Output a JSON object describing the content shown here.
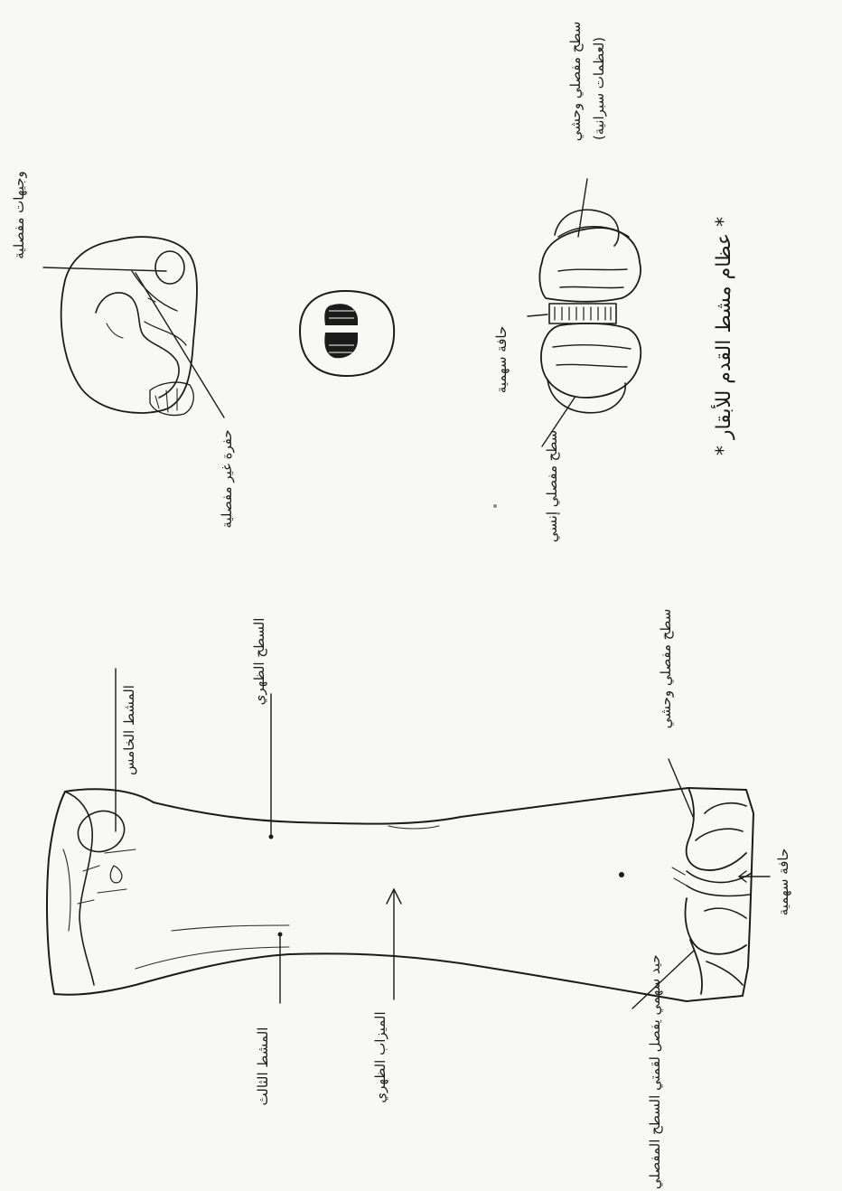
{
  "page": {
    "title": "* عظام مشط القدم للأبقار *",
    "background": "#f8f8f6",
    "ink": "#1b1b1b"
  },
  "labels": {
    "prox_articular": "وجيهات مفصلية",
    "nonarticular_fossa": "حفرة غير مفصلية",
    "sagittal_ridge_1": "حافة سهمية",
    "articular_surface_lateral_1": "سطح مفصلي وحشي",
    "articular_surface_lateral_1_note": "(لعظمات سبرانية)",
    "articular_surface_medial_1": "سطح مفصلي إنسي",
    "fourth_metatarsal": "المشط الخامس",
    "dorsal_surface": "السطح الظهري",
    "third_metatarsal": "المشط الثالث",
    "dorsal_groove": "الميزاب الظهري",
    "articular_surface_lateral_2": "سطح مفصلي وحشي",
    "sagittal_ridge_2": "حافة سهمية",
    "distal_articular": "حيد سهمي يفصل لقمتي السطح المفصلي الإنسي"
  }
}
